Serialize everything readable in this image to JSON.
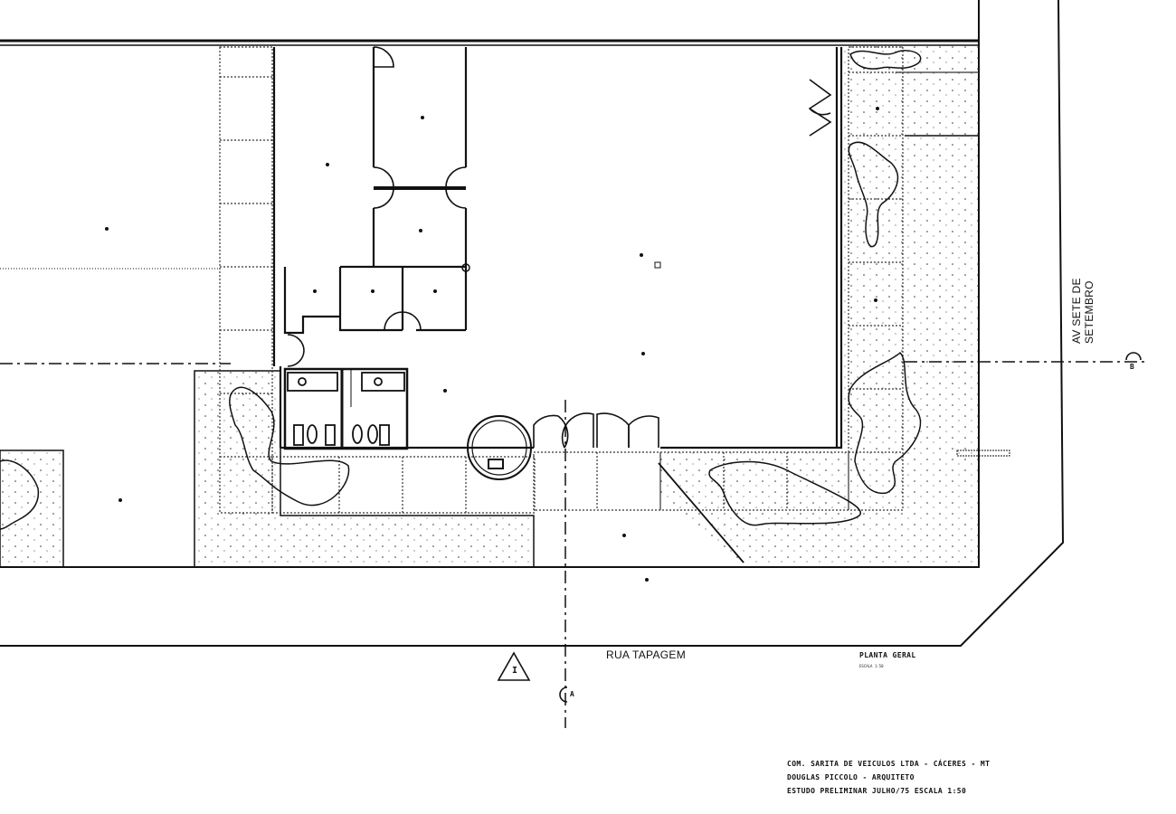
{
  "streets": {
    "bottom": "RUA TAPAGEM",
    "right": "AV SETE DE SETEMBRO"
  },
  "plan_title": "PLANTA GERAL",
  "plan_scale": "ESCALA 1:50",
  "title_block": {
    "line1": "COM. SARITA DE VEICULOS LTDA - CÁCERES - MT",
    "line2": "DOUGLAS PICCOLO - ARQUITETO",
    "line3": "ESTUDO PRELIMINAR    JULHO/75     ESCALA 1:50"
  },
  "section_markers": {
    "a": "A",
    "b": "B"
  },
  "north_label": "I",
  "colors": {
    "ink": "#111111",
    "paper": "#ffffff"
  }
}
